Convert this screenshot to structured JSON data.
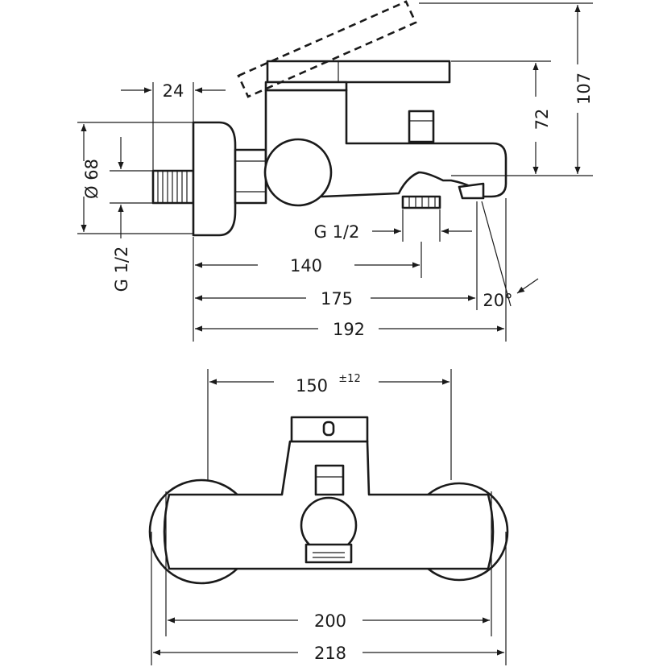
{
  "side_view": {
    "dims": {
      "d24": "24",
      "d68": "Ø  68",
      "g12_vertical": "G 1/2",
      "g12_outlet": "G 1/2",
      "d140": "140",
      "d175": "175",
      "d192": "192",
      "d72": "72",
      "d107": "107",
      "angle": "20°"
    }
  },
  "front_view": {
    "dims": {
      "d150": "150",
      "tolerance": "±12",
      "d200": "200",
      "d218": "218"
    }
  }
}
